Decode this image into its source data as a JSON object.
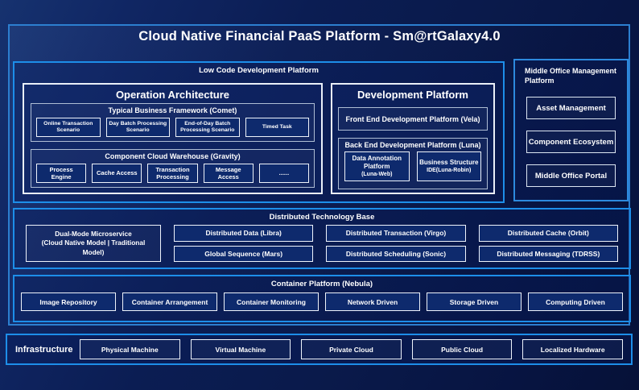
{
  "title": "Cloud Native Financial PaaS Platform - Sm@rtGalaxy4.0",
  "colors": {
    "background": "#0a1a4e",
    "section_border_bright": "#1d8ee9",
    "main_border": "#2c7fd0",
    "panel_border_white": "#e9eff8",
    "frame_border_gray": "#aebdd4",
    "text": "#ffffff"
  },
  "low_code": {
    "label": "Low Code Development Platform",
    "operation_architecture": {
      "title": "Operation Architecture",
      "comet": {
        "label": "Typical Business Framework (Comet)",
        "items": [
          "Online Transaction Scenario",
          "Day Batch Processing Scenario",
          "End-of-Day Batch Processing Scenario",
          "Timed Task"
        ]
      },
      "gravity": {
        "label": "Component Cloud Warehouse (Gravity)",
        "items": [
          "Process Engine",
          "Cache Access",
          "Transaction Processing",
          "Message Access",
          "......"
        ]
      }
    },
    "development_platform": {
      "title": "Development Platform",
      "front_end": "Front End Development Platform (Vela)",
      "back_end": {
        "label": "Back End Development Platform (Luna)",
        "items": [
          {
            "title": "Data Annotation Platform",
            "subtitle": "(Luna-Web)"
          },
          {
            "title": "Business Structure",
            "subtitle": "IDE(Luna-Robin)"
          }
        ]
      }
    }
  },
  "middle_office": {
    "label": "Middle Office Management Platform",
    "items": [
      "Asset Management",
      "Component Ecosystem",
      "Middle Office Portal"
    ]
  },
  "distributed": {
    "label": "Distributed Technology Base",
    "dual_mode": {
      "line1": "Dual-Mode Microservice",
      "line2": "(Cloud Native Model | Traditional Model)"
    },
    "columns": [
      [
        "Distributed Data (Libra)",
        "Global Sequence (Mars)"
      ],
      [
        "Distributed Transaction (Virgo)",
        "Distributed Scheduling (Sonic)"
      ],
      [
        "Distributed Cache (Orbit)",
        "Distributed Messaging (TDRSS)"
      ]
    ]
  },
  "container_platform": {
    "label": "Container Platform (Nebula)",
    "items": [
      "Image Repository",
      "Container Arrangement",
      "Container Monitoring",
      "Network Driven",
      "Storage Driven",
      "Computing Driven"
    ]
  },
  "infrastructure": {
    "label": "Infrastructure",
    "items": [
      "Physical Machine",
      "Virtual Machine",
      "Private Cloud",
      "Public Cloud",
      "Localized Hardware"
    ]
  }
}
